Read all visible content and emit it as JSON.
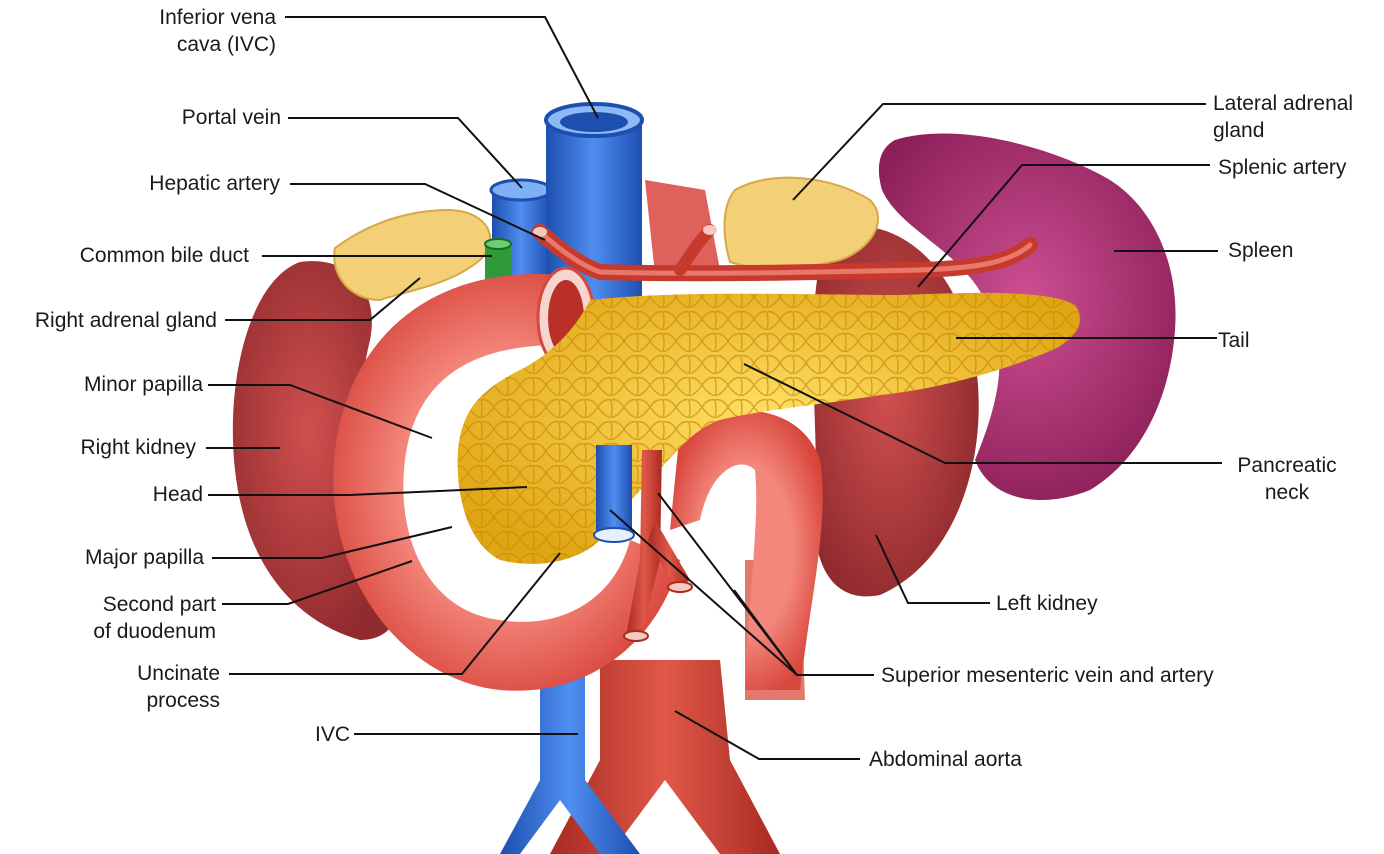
{
  "figure": {
    "labels": {
      "ivc_top": "Inferior vena\ncava (IVC)",
      "portal_vein": "Portal vein",
      "hepatic_artery": "Hepatic artery",
      "common_bile_duct": "Common bile duct",
      "right_adrenal": "Right adrenal gland",
      "minor_papilla": "Minor papilla",
      "right_kidney": "Right kidney",
      "head": "Head",
      "major_papilla": "Major papilla",
      "second_duodenum": "Second part\nof duodenum",
      "uncinate": "Uncinate\nprocess",
      "ivc_bottom": "IVC",
      "lateral_adrenal": "Lateral adrenal\ngland",
      "splenic_artery": "Splenic artery",
      "spleen": "Spleen",
      "tail": "Tail",
      "pancreatic_neck": "Pancreatic\nneck",
      "left_kidney": "Left kidney",
      "sma_smv": "Superior mesenteric vein and artery",
      "abdominal_aorta": "Abdominal aorta"
    },
    "colors": {
      "pancreas": "#f2c21b",
      "pancreas_dark": "#d89a0e",
      "duodenum": "#e8594f",
      "duodenum_light": "#f59a8e",
      "kidney": "#b93a3e",
      "spleen": "#b8337a",
      "vein": "#2f6fd6",
      "artery": "#cf3a2e",
      "adrenal": "#f3cf78",
      "bile_duct": "#2e9a3a"
    }
  }
}
